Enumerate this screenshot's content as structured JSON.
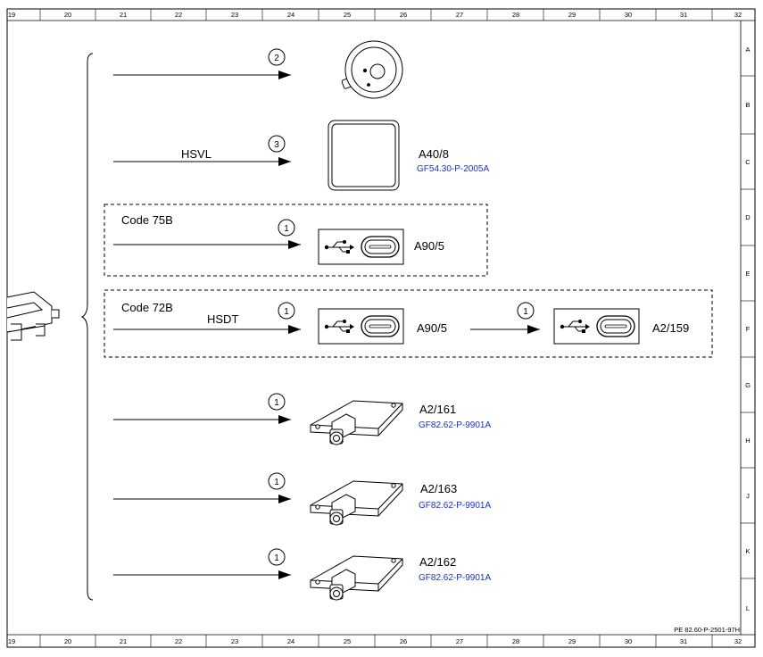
{
  "grid": {
    "columns": [
      "19",
      "20",
      "21",
      "22",
      "23",
      "24",
      "25",
      "26",
      "27",
      "28",
      "29",
      "30",
      "31",
      "32"
    ],
    "rows": [
      "A",
      "B",
      "C",
      "D",
      "E",
      "F",
      "G",
      "H",
      "J",
      "K",
      "L"
    ]
  },
  "document_ref": "PE 82.60-P-2501-97H",
  "branches": [
    {
      "num": "2",
      "label": "",
      "code": "",
      "component": "",
      "link": ""
    },
    {
      "num": "3",
      "label": "HSVL",
      "code": "",
      "component": "A40/8",
      "link": "GF54.30-P-2005A"
    },
    {
      "num": "1",
      "label": "",
      "code": "Code 75B",
      "component": "A90/5",
      "link": ""
    },
    {
      "num": "1",
      "label": "HSDT",
      "code": "Code 72B",
      "component": "A90/5",
      "link": ""
    },
    {
      "num": "1",
      "label": "",
      "code": "",
      "component": "A2/161",
      "link": "GF82.62-P-9901A"
    },
    {
      "num": "1",
      "label": "",
      "code": "",
      "component": "A2/163",
      "link": "GF82.62-P-9901A"
    },
    {
      "num": "1",
      "label": "",
      "code": "",
      "component": "A2/162",
      "link": "GF82.62-P-9901A"
    }
  ],
  "chain": {
    "num": "1",
    "component": "A2/159"
  },
  "icons": {
    "control_unit": "control-unit-icon",
    "camera": "camera-icon",
    "display": "display-icon",
    "usb": "usb-c-port-icon",
    "antenna": "antenna-module-icon"
  },
  "colors": {
    "link": "#1a2fd0",
    "line": "#000000"
  }
}
